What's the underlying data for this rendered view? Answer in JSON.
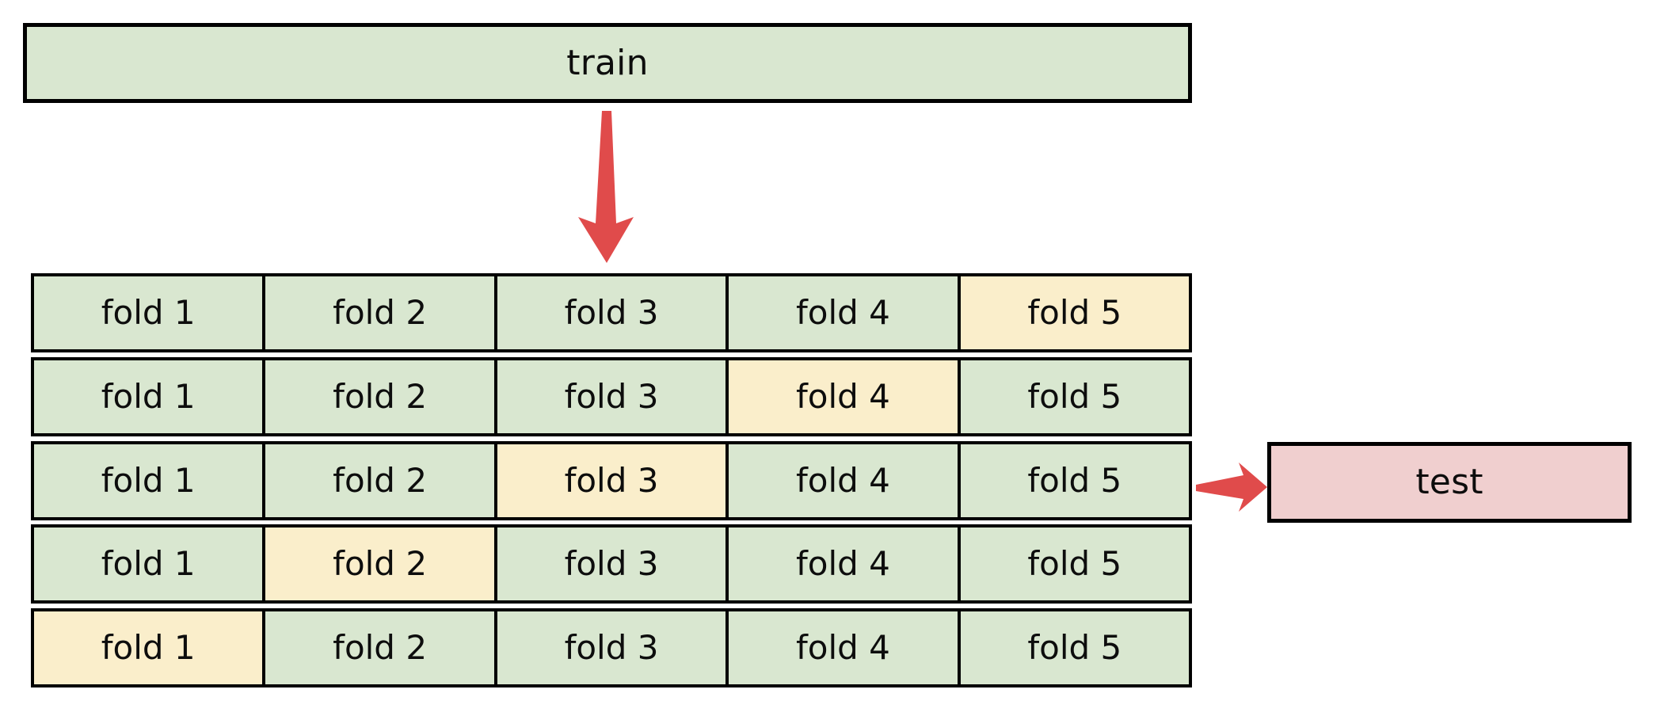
{
  "diagram": {
    "title_concept": "k-fold cross validation split",
    "colors": {
      "train_fill": "#d9e7d0",
      "fold_fill": "#d9e7d0",
      "held_out_fill": "#faeecb",
      "test_fill": "#f0cfcf",
      "border": "#000000",
      "arrow": "#e04b4b",
      "background": "#ffffff",
      "text": "#0d0d0d"
    }
  },
  "train": {
    "label": "train"
  },
  "test": {
    "label": "test"
  },
  "arrows": {
    "split_arrow": {
      "name": "train-to-folds-arrow",
      "direction": "down",
      "color": "#e04b4b"
    },
    "test_arrow": {
      "name": "folds-to-test-arrow",
      "direction": "right",
      "color": "#e04b4b"
    }
  },
  "folds": {
    "column_labels": [
      "fold 1",
      "fold 2",
      "fold 3",
      "fold 4",
      "fold 5"
    ],
    "rows": [
      {
        "index": 1,
        "held_out": 5,
        "cells": [
          {
            "label": "fold 1",
            "held_out": false
          },
          {
            "label": "fold 2",
            "held_out": false
          },
          {
            "label": "fold 3",
            "held_out": false
          },
          {
            "label": "fold 4",
            "held_out": false
          },
          {
            "label": "fold 5",
            "held_out": true
          }
        ]
      },
      {
        "index": 2,
        "held_out": 4,
        "cells": [
          {
            "label": "fold 1",
            "held_out": false
          },
          {
            "label": "fold 2",
            "held_out": false
          },
          {
            "label": "fold 3",
            "held_out": false
          },
          {
            "label": "fold 4",
            "held_out": true
          },
          {
            "label": "fold 5",
            "held_out": false
          }
        ]
      },
      {
        "index": 3,
        "held_out": 3,
        "cells": [
          {
            "label": "fold 1",
            "held_out": false
          },
          {
            "label": "fold 2",
            "held_out": false
          },
          {
            "label": "fold 3",
            "held_out": true
          },
          {
            "label": "fold 4",
            "held_out": false
          },
          {
            "label": "fold 5",
            "held_out": false
          }
        ]
      },
      {
        "index": 4,
        "held_out": 2,
        "cells": [
          {
            "label": "fold 1",
            "held_out": false
          },
          {
            "label": "fold 2",
            "held_out": true
          },
          {
            "label": "fold 3",
            "held_out": false
          },
          {
            "label": "fold 4",
            "held_out": false
          },
          {
            "label": "fold 5",
            "held_out": false
          }
        ]
      },
      {
        "index": 5,
        "held_out": 1,
        "cells": [
          {
            "label": "fold 1",
            "held_out": true
          },
          {
            "label": "fold 2",
            "held_out": false
          },
          {
            "label": "fold 3",
            "held_out": false
          },
          {
            "label": "fold 4",
            "held_out": false
          },
          {
            "label": "fold 5",
            "held_out": false
          }
        ]
      }
    ]
  }
}
